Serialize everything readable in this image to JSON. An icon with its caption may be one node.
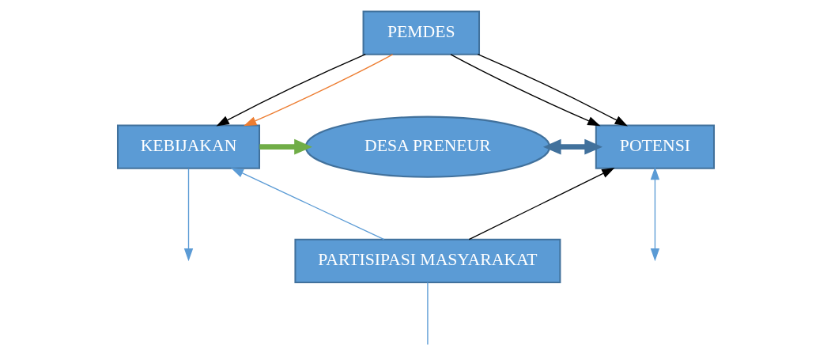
{
  "diagram": {
    "nodes": [
      {
        "text": [
          "PEMDES"
        ]
      },
      {
        "text": [
          "KEBIJAKAN"
        ]
      },
      {
        "text": [
          "DESA PRENEUR"
        ]
      },
      {
        "text": [
          "POTENSI"
        ]
      },
      {
        "text": [
          "PARTISIPASI MASYARAKAT"
        ]
      }
    ],
    "edges": [
      {
        "from": 0,
        "to": 1,
        "arrow": "to"
      },
      {
        "from": 0,
        "to": 1,
        "arrow": "to",
        "color": "#ed7d31"
      },
      {
        "from": 0,
        "to": 3,
        "arrow": "to"
      },
      {
        "from": 0,
        "to": 3,
        "arrow": "to"
      },
      {
        "from": 1,
        "to": 2,
        "arrow": "to",
        "style": "thick",
        "color": "#70ad47"
      },
      {
        "from": 2,
        "to": 3,
        "arrow": "both",
        "style": "thick",
        "color": "#41719c"
      },
      {
        "from": 4,
        "to": 1,
        "arrow": "to",
        "color": "#5b9bd5"
      },
      {
        "from": 4,
        "to": 3,
        "arrow": "to"
      },
      {
        "from": 1,
        "to": null,
        "arrow": "to",
        "color": "#5b9bd5"
      },
      {
        "from": 4,
        "to": null,
        "arrow": "none",
        "color": "#5b9bd5"
      },
      {
        "from": 3,
        "to": null,
        "arrow": "both",
        "color": "#5b9bd5"
      }
    ]
  }
}
